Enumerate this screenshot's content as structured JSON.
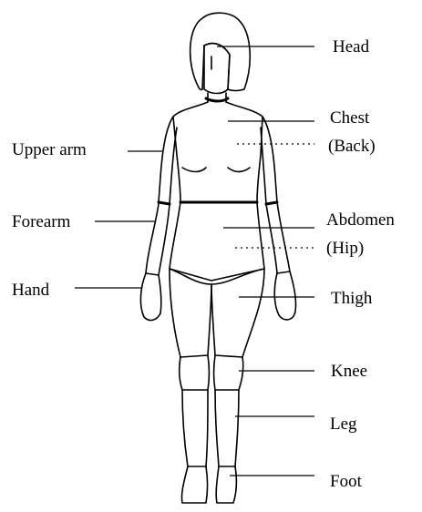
{
  "labels": {
    "head": "Head",
    "chest": "Chest",
    "back": "(Back)",
    "upper_arm": "Upper arm",
    "forearm": "Forearm",
    "abdomen": "Abdomen",
    "hip": "(Hip)",
    "hand": "Hand",
    "thigh": "Thigh",
    "knee": "Knee",
    "leg": "Leg",
    "foot": "Foot"
  }
}
